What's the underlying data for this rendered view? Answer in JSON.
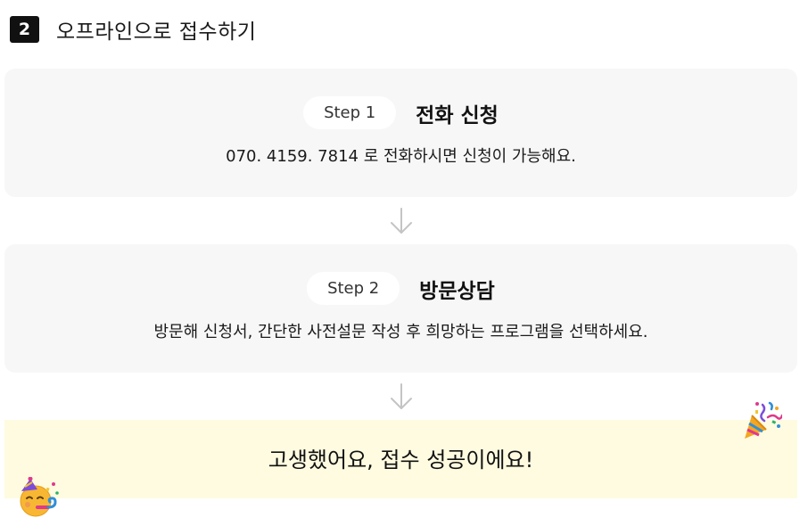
{
  "header": {
    "step_number": "2",
    "title": "오프라인으로 접수하기"
  },
  "steps": [
    {
      "label": "Step 1",
      "title": "전화 신청",
      "description": "070. 4159. 7814 로 전화하시면 신청이 가능해요."
    },
    {
      "label": "Step 2",
      "title": "방문상담",
      "description": "방문해 신청서, 간단한 사전설문 작성 후 희망하는 프로그램을 선택하세요."
    }
  ],
  "success": {
    "message": "고생했어요, 접수 성공이에요!"
  },
  "icons": {
    "arrow": "arrow-down-icon",
    "party_popper": "party-popper-icon",
    "party_face": "party-face-icon"
  },
  "colors": {
    "card_bg": "#f7f7f7",
    "success_bg": "#fefbe0",
    "badge_bg": "#111111"
  }
}
